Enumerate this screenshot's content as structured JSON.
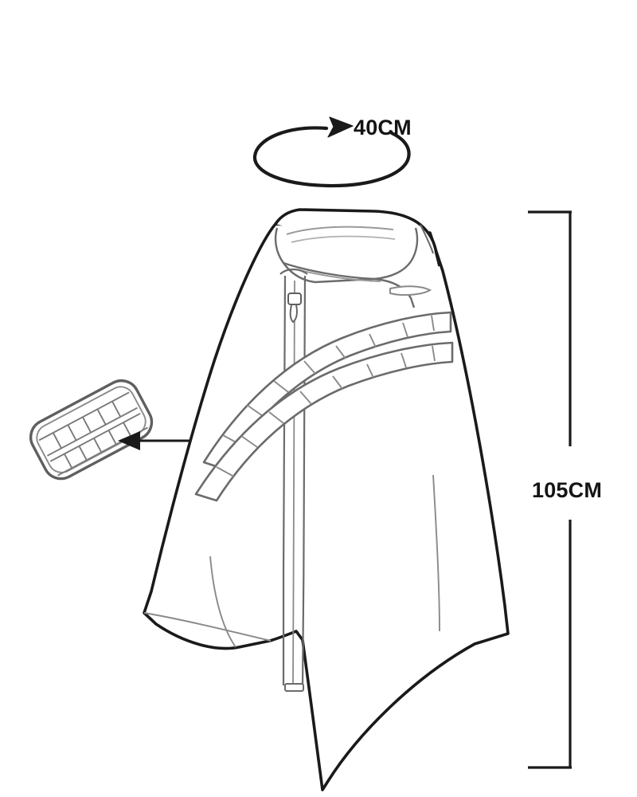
{
  "figure": {
    "title": "Hooded rain poncho technical line drawing with dimensions",
    "background_color": "#ffffff",
    "line_color": "#1a1a1a",
    "detail_line_color": "#6b6b6b",
    "text_color": "#141414"
  },
  "dimensions": {
    "circumference": {
      "label": "40CM",
      "value": 40,
      "unit": "CM",
      "annotation_type": "circular-arrow",
      "describes": "hood opening circumference"
    },
    "length": {
      "label": "105CM",
      "value": 105,
      "unit": "CM",
      "annotation_type": "vertical-extension-line",
      "describes": "overall garment length"
    }
  },
  "callout": {
    "arrow_direction": "left",
    "describes": "reflective segmented strip detail",
    "detail_swatch": {
      "shape": "rounded-rectangle",
      "rotation_deg": -28,
      "segment_rows": 2,
      "segments_per_row": 6
    }
  },
  "garment": {
    "type": "poncho",
    "features": [
      "hood",
      "center-front-zipper",
      "reflective-strip-upper",
      "reflective-strip-lower",
      "pointed-hem"
    ],
    "zipper": {
      "orientation": "vertical",
      "has_slider": true,
      "has_pull_tab": true
    },
    "reflective_strips": {
      "count": 2,
      "orientation": "diagonal",
      "segmented": true
    }
  }
}
